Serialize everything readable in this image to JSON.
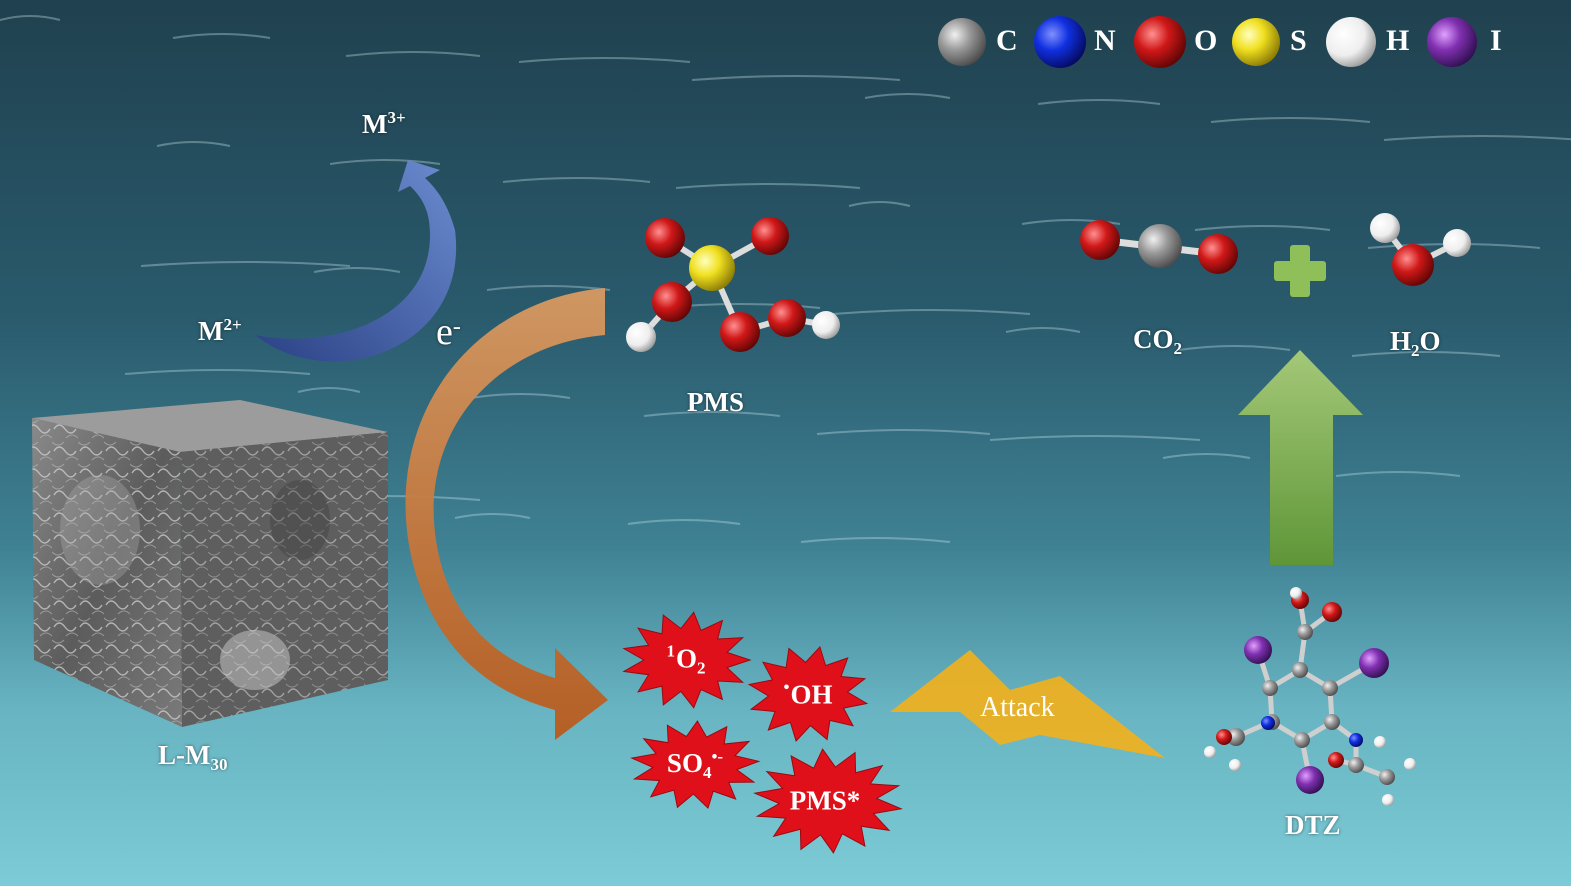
{
  "legend": [
    {
      "symbol": "C",
      "color": "#9a9a9a"
    },
    {
      "symbol": "N",
      "color": "#1030e0"
    },
    {
      "symbol": "O",
      "color": "#c01818"
    },
    {
      "symbol": "S",
      "color": "#f0e020"
    },
    {
      "symbol": "H",
      "color": "#f4f4f4"
    },
    {
      "symbol": "I",
      "color": "#8030b0"
    }
  ],
  "labels": {
    "m3": {
      "base": "M",
      "sup": "3+"
    },
    "m2": {
      "base": "M",
      "sup": "2+"
    },
    "electron": {
      "base": "e",
      "sup": "-"
    },
    "pms": "PMS",
    "co2": {
      "base": "CO",
      "sub": "2"
    },
    "h2o": {
      "pre": "H",
      "sub": "2",
      "post": "O"
    },
    "catalyst": {
      "base": "L-M",
      "sub": "30"
    },
    "dtz": "DTZ",
    "attack": "Attack"
  },
  "species": {
    "singlet_oxygen": {
      "pre": "1",
      "base": "O",
      "sub": "2"
    },
    "hydroxyl": {
      "pre": "•",
      "base": "OH"
    },
    "sulfate": {
      "base": "SO",
      "sub": "4",
      "sup": "•-"
    },
    "pms_star": {
      "base": "PMS*"
    }
  },
  "colors": {
    "burst": "#e0101a",
    "blue_arrow": "#3f5fa8",
    "orange_arrow": "#c8702a",
    "green_arrow": "#7aa84a",
    "attack_bolt": "#f4b01a"
  }
}
